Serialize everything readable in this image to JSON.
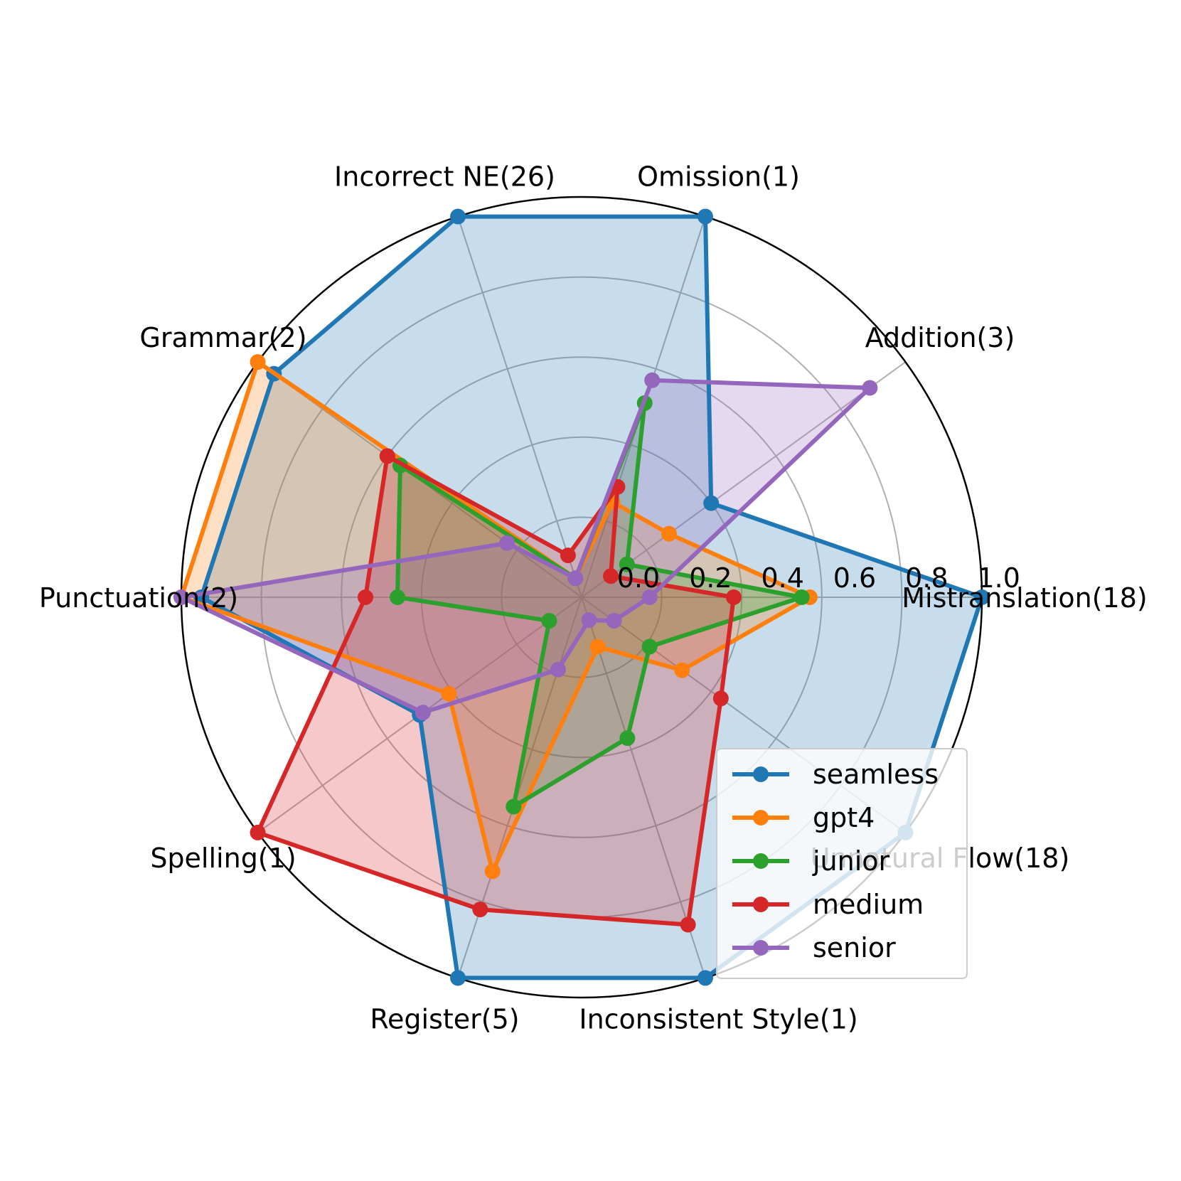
{
  "chart_data": {
    "type": "radar",
    "categories": [
      "Mistranslation(18)",
      "Addition(3)",
      "Omission(1)",
      "Incorrect NE(26)",
      "Grammar(2)",
      "Punctuation(2)",
      "Spelling(1)",
      "Register(5)",
      "Inconsistent Style(1)",
      "Unnatural Flow(18)"
    ],
    "rlim": [
      0,
      1
    ],
    "rticks": [
      "0.0",
      "0.2",
      "0.4",
      "0.6",
      "0.8",
      "1.0"
    ],
    "rtick_values": [
      0,
      0.2,
      0.4,
      0.6,
      0.8,
      1.0
    ],
    "grid": true,
    "legend_position": "lower-right",
    "series": [
      {
        "name": "seamless",
        "color": "#1f77b4",
        "values": [
          1.0,
          0.4,
          1.0,
          1.0,
          0.95,
          0.95,
          0.5,
          1.0,
          1.0,
          1.0
        ]
      },
      {
        "name": "gpt4",
        "color": "#ff7f0e",
        "values": [
          0.57,
          0.27,
          0.25,
          0.05,
          1.0,
          1.0,
          0.41,
          0.72,
          0.13,
          0.31
        ]
      },
      {
        "name": "junior",
        "color": "#2ca02c",
        "values": [
          0.55,
          0.14,
          0.51,
          0.05,
          0.56,
          0.46,
          0.1,
          0.55,
          0.37,
          0.21
        ]
      },
      {
        "name": "medium",
        "color": "#d62728",
        "values": [
          0.38,
          0.09,
          0.29,
          0.11,
          0.6,
          0.54,
          1.0,
          0.82,
          0.86,
          0.43
        ]
      },
      {
        "name": "senior",
        "color": "#9467bd",
        "values": [
          0.17,
          0.89,
          0.57,
          0.05,
          0.23,
          1.0,
          0.49,
          0.19,
          0.06,
          0.1
        ]
      }
    ]
  }
}
